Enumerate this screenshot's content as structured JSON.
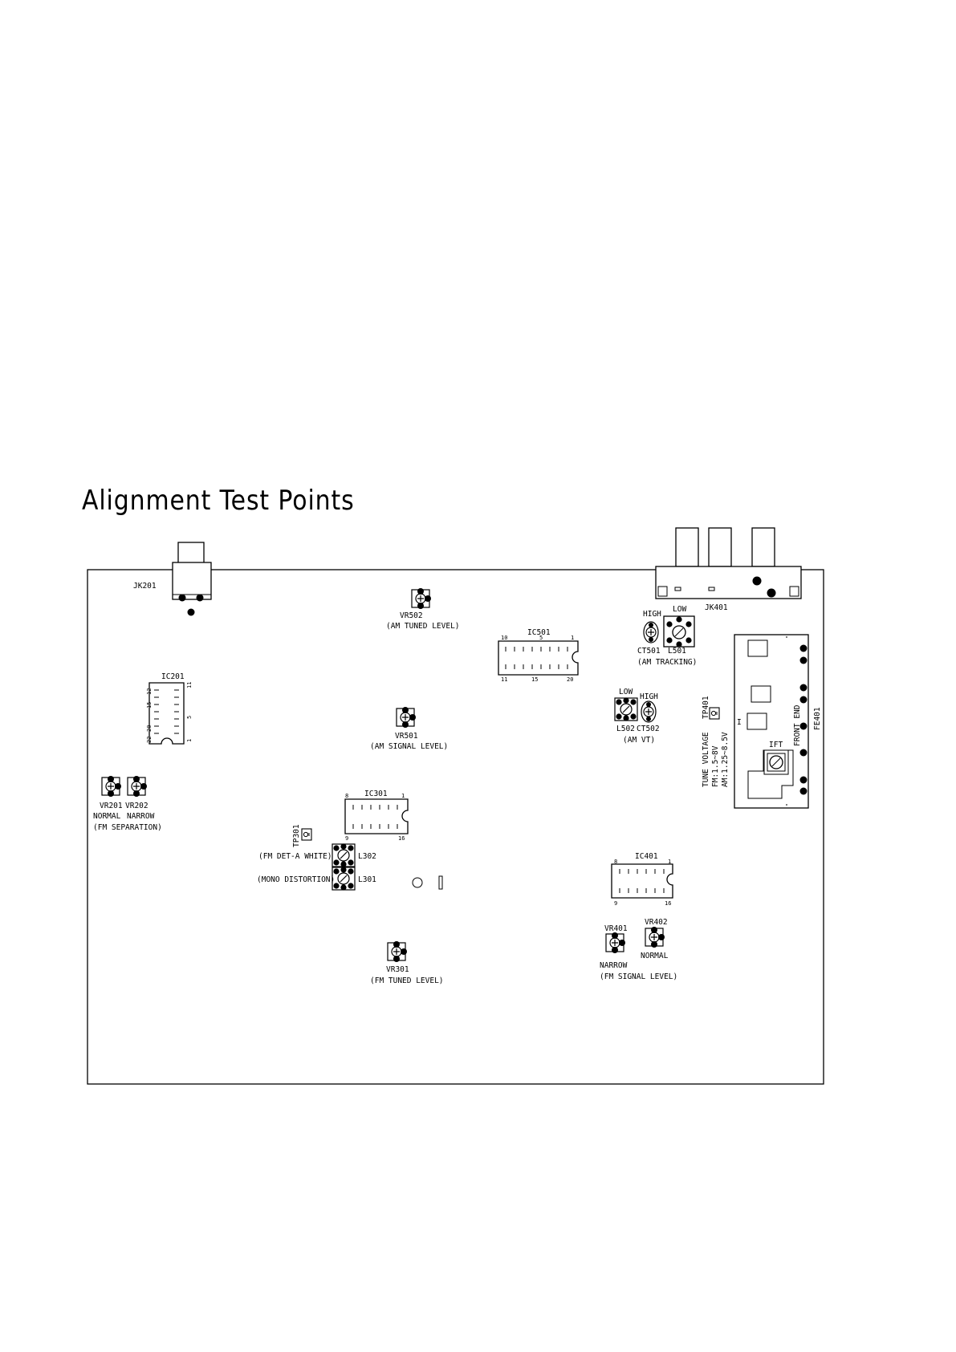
{
  "page": {
    "title": "Alignment Test Points"
  },
  "components": {
    "jk201": "JK201",
    "jk401": "JK401",
    "vr502": {
      "ref": "VR502",
      "func": "(AM TUNED LEVEL)"
    },
    "ic501": {
      "ref": "IC501",
      "pins": [
        "10",
        "5",
        "1",
        "11",
        "15",
        "20"
      ]
    },
    "ct501": {
      "hi": "HIGH",
      "ref": "CT501"
    },
    "l501": {
      "lo": "LOW",
      "ref": "L501"
    },
    "am_tracking": "(AM TRACKING)",
    "ic201": {
      "ref": "IC201",
      "pins": [
        "12",
        "15",
        "20",
        "22",
        "11",
        "5",
        "1"
      ]
    },
    "vr501": {
      "ref": "VR501",
      "func": "(AM SIGNAL LEVEL)"
    },
    "l502": {
      "lo": "LOW",
      "ref": "L502"
    },
    "ct502": {
      "hi": "HIGH",
      "ref": "CT502"
    },
    "am_vt": "(AM VT)",
    "tp401": {
      "ref": "TP401",
      "l1": "TUNE VOLTAGE",
      "l2": "FM:1.5~8V",
      "l3": "AM:1.25~8.5V"
    },
    "fe401": {
      "ref": "FE401",
      "name": "FRONT END",
      "ift": "IFT",
      "mark": "I"
    },
    "vr201": {
      "ref": "VR201",
      "role": "NORMAL"
    },
    "vr202": {
      "ref": "VR202",
      "role": "NARROW"
    },
    "fm_separation": "(FM SEPARATION)",
    "ic301": {
      "ref": "IC301",
      "pins": [
        "8",
        "1",
        "9",
        "16"
      ]
    },
    "tp301": {
      "ref": "TP301",
      "func": "(FM DET-A WHITE)"
    },
    "l302": {
      "ref": "L302"
    },
    "l301": {
      "ref": "L301",
      "func": "(MONO DISTORTION)"
    },
    "ic401": {
      "ref": "IC401",
      "pins": [
        "8",
        "1",
        "9",
        "16"
      ]
    },
    "vr401": {
      "ref": "VR401",
      "role": "NARROW"
    },
    "vr402": {
      "ref": "VR402",
      "role": "NORMAL"
    },
    "fm_signal_level": "(FM SIGNAL LEVEL)",
    "vr301": {
      "ref": "VR301",
      "func": "(FM TUNED LEVEL)"
    }
  }
}
